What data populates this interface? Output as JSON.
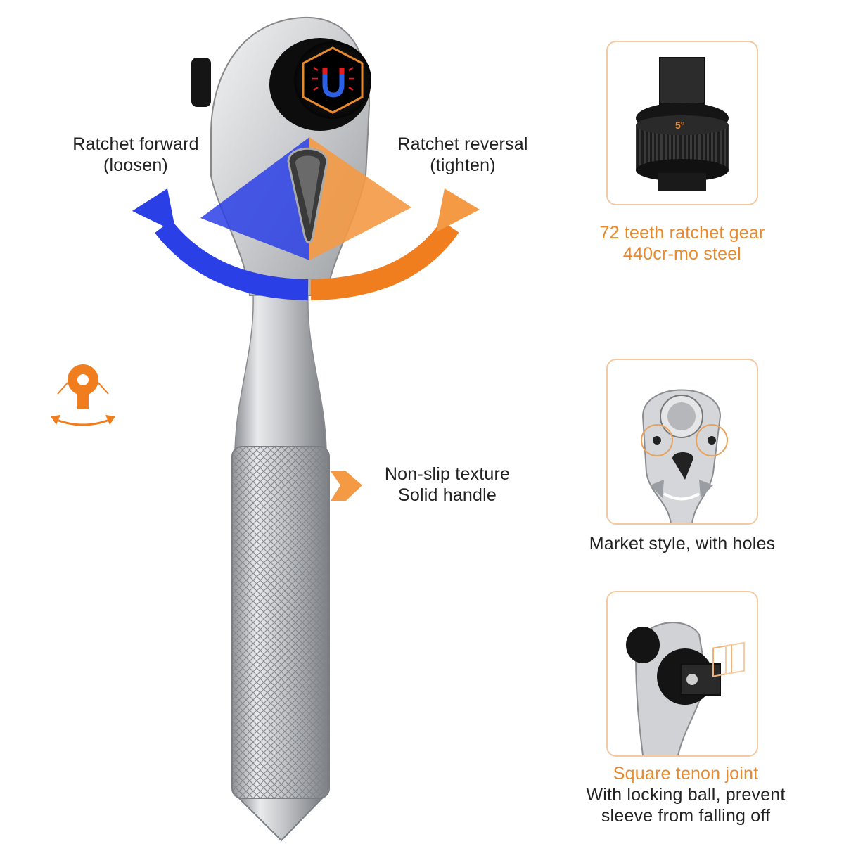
{
  "callouts": {
    "forward": {
      "line1": "Ratchet forward",
      "line2": "(loosen)"
    },
    "reversal": {
      "line1": "Ratchet reversal",
      "line2": "(tighten)"
    },
    "handle": {
      "line1": "Non-slip texture",
      "line2": "Solid handle"
    }
  },
  "features": [
    {
      "title": "72 teeth ratchet gear",
      "subtitle": "440cr-mo steel",
      "badge": "5°"
    },
    {
      "title": "Market style, with holes"
    },
    {
      "title": "Square tenon joint",
      "line2": "With locking ball, prevent",
      "line3": "sleeve from falling off"
    }
  ],
  "colors": {
    "forward_blue": "#2b3fe6",
    "reversal_orange": "#f07d1e",
    "accent_orange": "#e8892e",
    "steel": "#c7c9cc"
  },
  "icons": {
    "socket_badge": "magnet-icon",
    "lock_symbol": "keyhole-rotate-icon"
  }
}
